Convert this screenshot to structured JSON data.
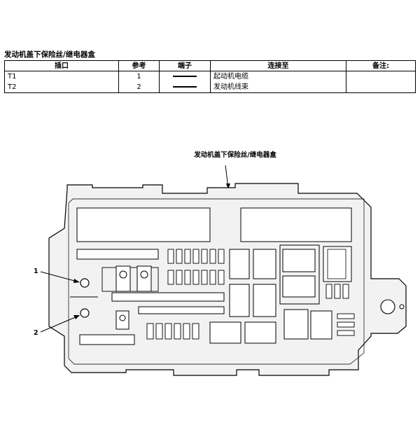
{
  "title": "发动机盖下保险丝/继电器盒",
  "table": {
    "headers": [
      "插口",
      "参考",
      "端子",
      "连接至",
      "备注:"
    ],
    "rows": [
      {
        "socket": "T1",
        "ref": "1",
        "connect": "起动机电缆",
        "note": ""
      },
      {
        "socket": "T2",
        "ref": "2",
        "connect": "发动机线束",
        "note": ""
      }
    ]
  },
  "diagram": {
    "box_label": "发动机盖下保险丝/继电器盒",
    "callouts": [
      "1",
      "2"
    ]
  }
}
